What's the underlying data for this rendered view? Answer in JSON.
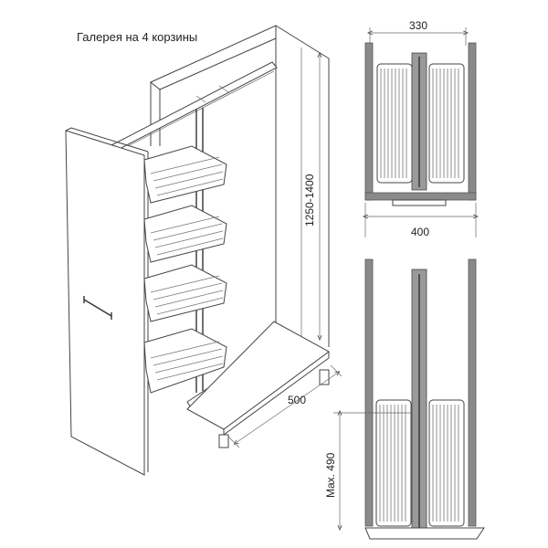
{
  "title": "Галерея на 4 корзины",
  "dimensions": {
    "top_width": "330",
    "top_outer_width": "400",
    "height": "1250-1400",
    "depth": "500",
    "max_extension": "Max. 490"
  },
  "colors": {
    "line": "#444444",
    "wall_fill": "#8a8a8a",
    "background": "#ffffff"
  }
}
